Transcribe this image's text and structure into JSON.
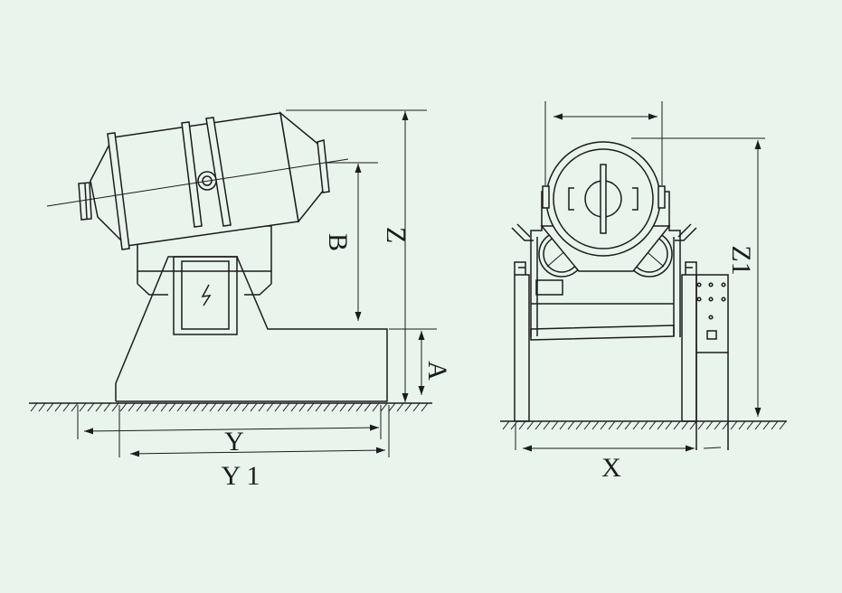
{
  "colors": {
    "background": "#e8f4ec",
    "line": "#1c1c1c"
  },
  "side_view": {
    "labels": {
      "z": "Z",
      "b": "B",
      "a": "A",
      "y": "Y",
      "y1": "Y 1"
    },
    "control_panel_icon": "lightning-icon"
  },
  "front_view": {
    "labels": {
      "z1": "Z1",
      "x": "X"
    }
  }
}
